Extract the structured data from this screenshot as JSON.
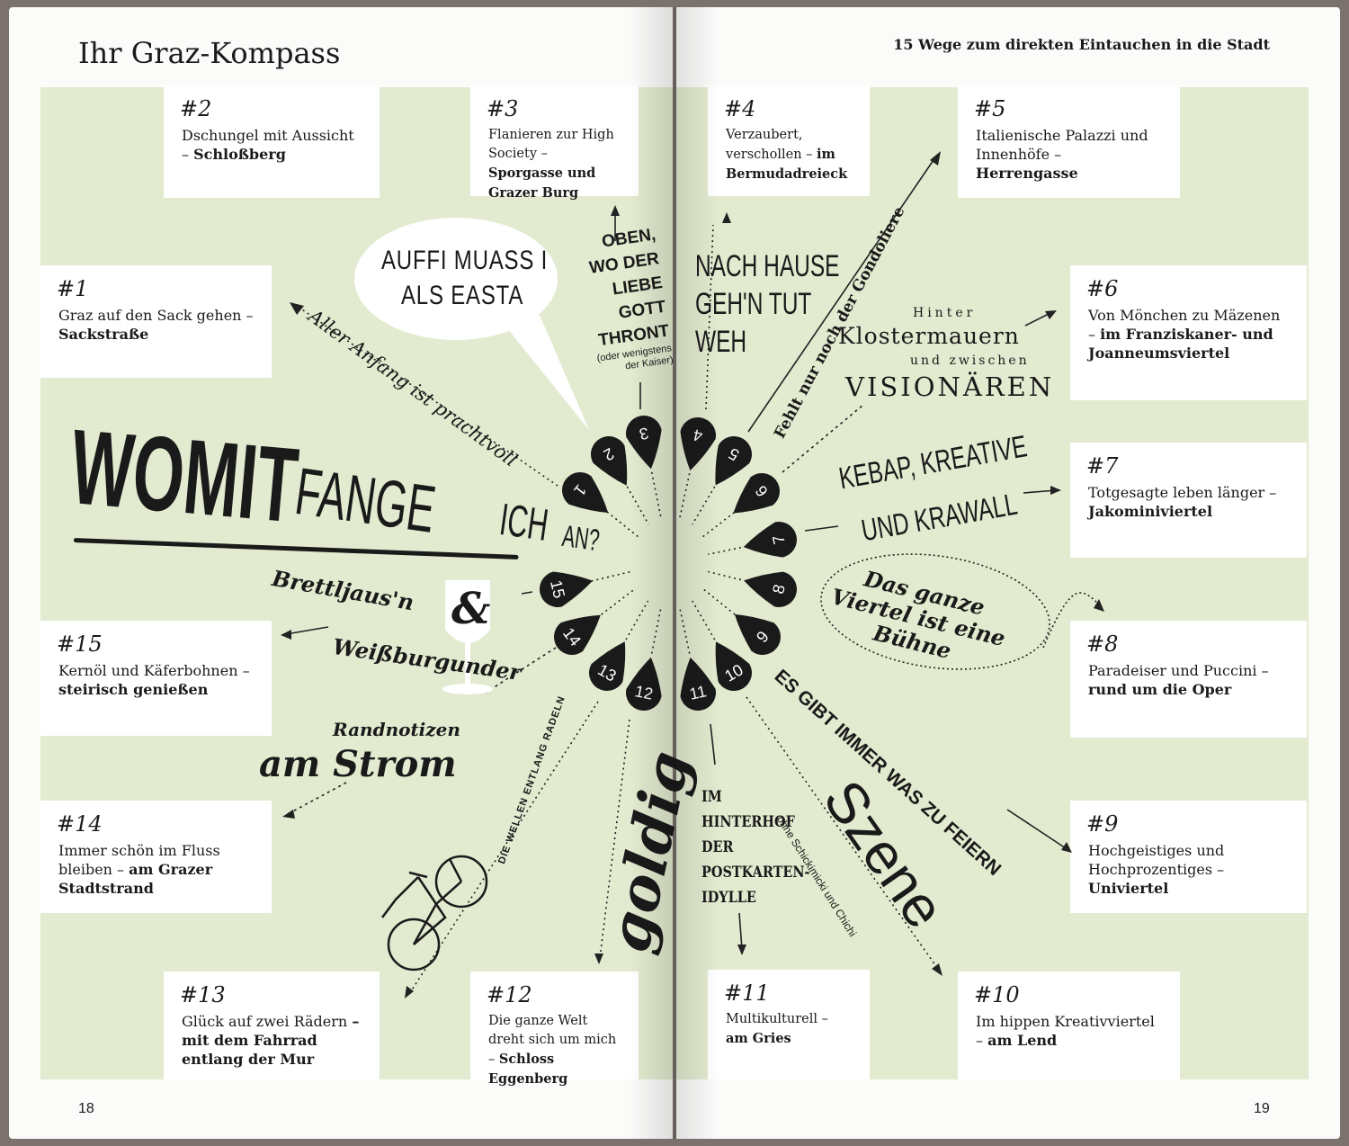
{
  "header": {
    "title": "Ihr Graz-Kompass",
    "subtitle": "15 Wege zum direkten Eintauchen in die Stadt"
  },
  "page_numbers": {
    "left": "18",
    "right": "19"
  },
  "boxes": [
    {
      "num": "#2",
      "text": "Dschungel mit Aussicht –",
      "bold": "Schloßberg"
    },
    {
      "num": "#3",
      "text": "Flanieren zur High Society –",
      "bold": "Sporgasse und Grazer Burg"
    },
    {
      "num": "#4",
      "text": "Verzaubert, verschollen –",
      "bold": "im Bermudadreieck"
    },
    {
      "num": "#5",
      "text": "Italienische Palazzi und Innenhöfe –",
      "bold": "Herrengasse"
    },
    {
      "num": "#1",
      "text": "Graz auf den Sack gehen –",
      "bold": "Sackstraße"
    },
    {
      "num": "#6",
      "text": "Von Mönchen zu Mäzenen –",
      "bold": "im Franziskaner- und Joanneumsviertel"
    },
    {
      "num": "#7",
      "text": "Totgesagte leben länger –",
      "bold": "Jakominiviertel"
    },
    {
      "num": "#8",
      "text": "Paradeiser und Puccini –",
      "bold": "rund um die Oper"
    },
    {
      "num": "#15",
      "text": "Kernöl und Käferbohnen –",
      "bold": "steirisch genießen"
    },
    {
      "num": "#14",
      "text": "Immer schön im Fluss bleiben –",
      "bold": "am Grazer Stadtstrand"
    },
    {
      "num": "#9",
      "text": "Hochgeistiges und Hochprozentiges –",
      "bold": "Univiertel"
    },
    {
      "num": "#13",
      "text": "Glück auf zwei Rädern",
      "bold": "– mit dem Fahrrad entlang der Mur"
    },
    {
      "num": "#12",
      "text": "Die ganze Welt dreht sich um mich –",
      "bold": "Schloss Eggenberg"
    },
    {
      "num": "#11",
      "text": "Multikulturell –",
      "bold": "am Gries"
    },
    {
      "num": "#10",
      "text": "Im hippen Kreativviertel –",
      "bold": "am Lend"
    }
  ],
  "decor": {
    "bubble_1": "AUFFI MUASS I",
    "bubble_2": "ALS EASTA",
    "oben": [
      "OBEN,",
      "WO DER",
      "LIEBE",
      "GOTT",
      "THRONT"
    ],
    "kaiser_1": "(oder wenigstens",
    "kaiser_2": "der Kaiser)",
    "nach_hause": [
      "NACH HAUSE",
      "GEH'N TUT",
      "WEH"
    ],
    "gondoliere": "Fehlt nur noch der Gondoliere",
    "hinter": "Hinter",
    "klostermauern": "Klostermauern",
    "und_zwischen": "und zwischen",
    "visionaeren": "VISIONÄREN",
    "kebap_1": "KEBAP, KREATIVE",
    "kebap_2": "UND KRAWALL",
    "viertel": [
      "Das ganze",
      "Viertel ist eine",
      "Bühne"
    ],
    "anfang": "Aller Anfang ist prachtvoll",
    "womit_1": "WOMIT",
    "womit_2": "FANGE",
    "womit_3": "ICH",
    "womit_4": "AN?",
    "brettljaus_1": "Brettljaus'n",
    "amp": "&",
    "brettljaus_2": "Weißburgunder",
    "randnotizen": "Randnotizen",
    "am_strom": "am Strom",
    "wellen": "DIE WELLEN ENTLANG RADELN",
    "goldig": "goldig",
    "hinterhof": [
      "IM",
      "HINTERHOF",
      "DER",
      "POSTKARTEN-",
      "IDYLLE"
    ],
    "feiern": "ES GIBT IMMER WAS ZU FEIERN",
    "szene": "Szene",
    "schickimicki": "ohne Schickimicki und Chichi"
  },
  "pins": [
    "1",
    "2",
    "3",
    "4",
    "5",
    "6",
    "7",
    "8",
    "9",
    "10",
    "11",
    "12",
    "13",
    "14",
    "15"
  ],
  "colors": {
    "green": "#e2eacf",
    "pin": "#1a1a1a",
    "frame": "#7b726e"
  }
}
